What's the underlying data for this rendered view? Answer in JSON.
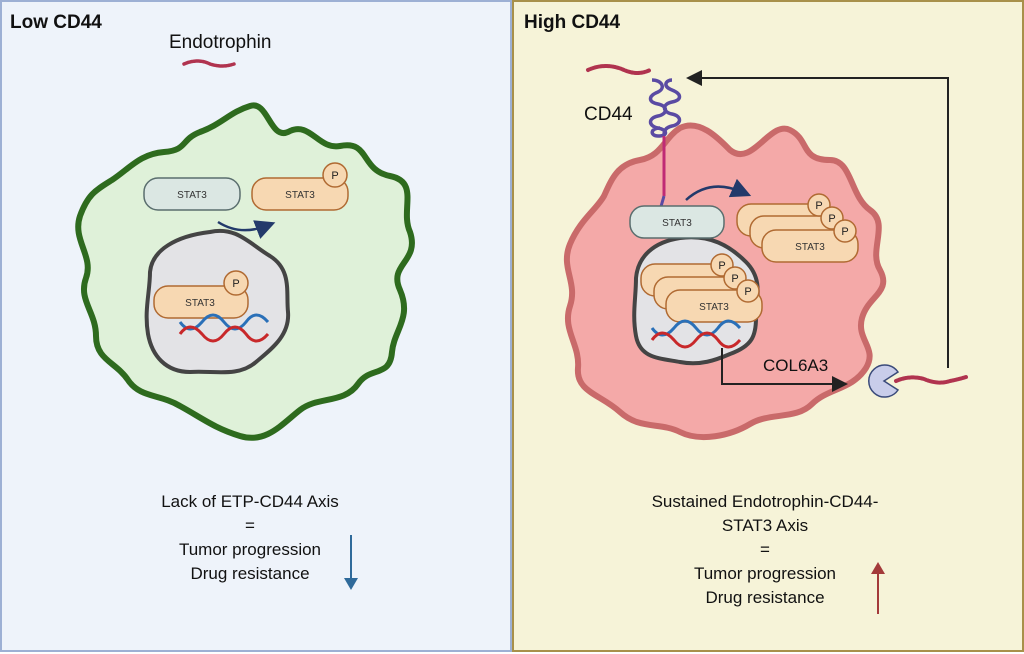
{
  "left_panel": {
    "title": "Low CD44",
    "ligand_label": "Endotrophin",
    "stat_unphos": "STAT3",
    "stat_phos": "STAT3",
    "stat_nuclear": "STAT3",
    "phospho": "P",
    "caption": {
      "line1": "Lack of ETP-CD44 Axis",
      "line2": "=",
      "line3": "Tumor progression",
      "line4": "Drug resistance"
    },
    "trend": "down",
    "trend_color": "#2f6a9a",
    "cell_fill": "#dff1d9",
    "cell_stroke": "#2e6b1e"
  },
  "right_panel": {
    "title": "High CD44",
    "receptor_label": "CD44",
    "gene_label": "COL6A3",
    "stat_unphos": "STAT3",
    "stat_phos": "STAT3",
    "stat_nuclear": "STAT3",
    "phospho": "P",
    "caption": {
      "line1": "Sustained Endotrophin-CD44-",
      "line2": "STAT3 Axis",
      "line3": "=",
      "line4": "Tumor progression",
      "line5": "Drug resistance"
    },
    "trend": "up",
    "trend_color": "#a33a3a",
    "cell_fill": "#f4a9a8",
    "cell_stroke": "#c96a6a"
  }
}
